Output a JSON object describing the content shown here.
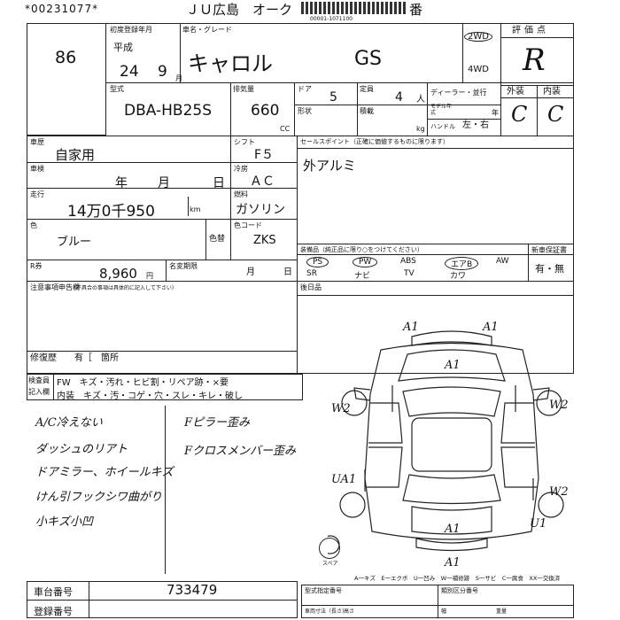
{
  "header": {
    "serial": "*00231077*",
    "auction": "ＪＵ広島　オーク",
    "suffix": "番",
    "small_code": "00001-1071100"
  },
  "lot": {
    "number": "86"
  },
  "first_reg": {
    "label": "初度登録年月",
    "era": "平成",
    "year": "24",
    "month": "9",
    "month_unit": "月"
  },
  "car": {
    "label": "車名・グレード",
    "name": "キャロル",
    "grade": "GS"
  },
  "drive": {
    "opt1": "2WD",
    "opt2": "4WD"
  },
  "score": {
    "label": "評価点",
    "value": "R"
  },
  "model": {
    "label": "型式",
    "value": "DBA-HB25S"
  },
  "displacement": {
    "label": "排気量",
    "value": "660",
    "unit": "CC"
  },
  "doors": {
    "label": "ドア",
    "value": "5"
  },
  "capacity": {
    "label": "定員",
    "value": "4",
    "unit": "人"
  },
  "dealer": {
    "label": "ディーラー・並行"
  },
  "model_year": {
    "label": "モデル年式",
    "unit": "年"
  },
  "shape": {
    "label": "形状"
  },
  "load": {
    "label": "積載",
    "unit": "kg"
  },
  "handle": {
    "label": "ハンドル",
    "value": "左・右"
  },
  "exterior": {
    "label": "外装",
    "value": "C"
  },
  "interior": {
    "label": "内装",
    "value": "C"
  },
  "usage": {
    "label": "車歴",
    "value": "自家用"
  },
  "shift": {
    "label": "シフト",
    "value": "F５"
  },
  "inspection": {
    "label": "車検",
    "year": "年",
    "month": "月",
    "day": "日"
  },
  "aircon": {
    "label": "冷房",
    "value": "ＡＣ"
  },
  "mileage": {
    "label": "走行",
    "value": "14万0千950",
    "unit": "km"
  },
  "fuel": {
    "label": "燃料",
    "value": "ガソリン"
  },
  "color": {
    "label": "色",
    "value": "ブルー",
    "change_label": "色替"
  },
  "color_code": {
    "label": "色コード",
    "value": "ZKS"
  },
  "recycle": {
    "label": "R券",
    "value": "8,960",
    "unit": "円"
  },
  "name_change": {
    "label": "名変期限",
    "month": "月",
    "day": "日"
  },
  "sales_point": {
    "label": "セールスポイント（正確に価値するものに限ります）",
    "value": "外アルミ"
  },
  "equipment": {
    "label": "装備品（純正品に限り○をつけてください）",
    "items": [
      "PS",
      "PW",
      "ABS",
      "エアB",
      "AW",
      "SR",
      "ナビ",
      "TV",
      "カワ"
    ]
  },
  "warranty": {
    "label": "新車保証書",
    "value": "有・無"
  },
  "notes": {
    "label": "注意事項申告欄",
    "sub": "（不具合の事項は具体的に記入して下さい）"
  },
  "repair": {
    "label": "修復歴",
    "value": "有［　箇所"
  },
  "rear_seat": {
    "label": "後日品"
  },
  "inspector": {
    "label1": "検査員",
    "label2": "記入欄",
    "row1": "FW　キズ・汚れ・ヒビ割・リペア跡・×要",
    "row2": "内装　キズ・汚・コゲ・穴・スレ・キレ・破し"
  },
  "remarks": [
    "A/C冷えない",
    "ダッシュのリアト",
    "ドアミラー、ホイールキズ",
    "けん引フックシワ曲がり",
    "小キズ小凹"
  ],
  "remarks_right": [
    "Fピラー歪み",
    "Fクロスメンバー歪み"
  ],
  "diagram_marks": [
    "A1",
    "A1",
    "A1",
    "W2",
    "W2",
    "UA1",
    "W2",
    "A1",
    "A1",
    "U1"
  ],
  "spare": "スペア",
  "legend": "A一キズ　E一エクボ　U一凹み　W一補修跡　S一サビ　C一腐食　XX一交換済",
  "chassis": {
    "label": "車台番号",
    "value": "733479"
  },
  "reg_no": {
    "label": "登録番号"
  },
  "form_boxes": [
    "型式指定番号",
    "類別区分番号",
    "車両寸法（長さ）",
    "高さ",
    "幅",
    "重量"
  ]
}
